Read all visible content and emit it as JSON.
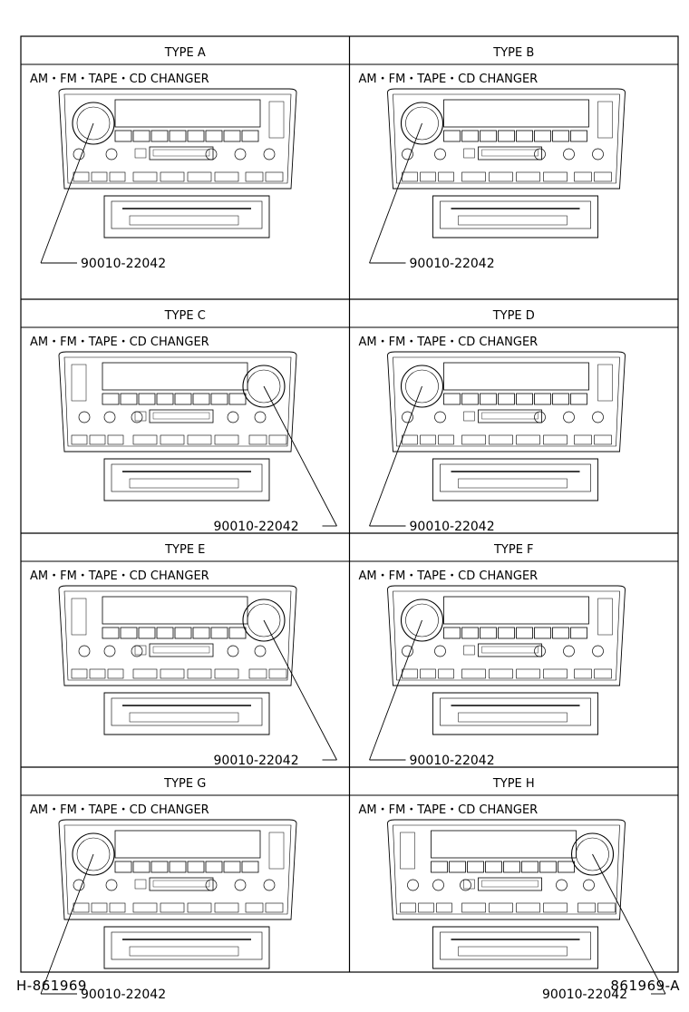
{
  "panels": [
    {
      "type_label": "TYPE A",
      "subtitle": "AM・FM・TAPE・CD CHANGER",
      "part_number": "90010-22042",
      "variant": "A"
    },
    {
      "type_label": "TYPE B",
      "subtitle": "AM・FM・TAPE・CD CHANGER",
      "part_number": "90010-22042",
      "variant": "B"
    },
    {
      "type_label": "TYPE C",
      "subtitle": "AM・FM・TAPE・CD CHANGER",
      "part_number": "90010-22042",
      "variant": "C"
    },
    {
      "type_label": "TYPE D",
      "subtitle": "AM・FM・TAPE・CD CHANGER",
      "part_number": "90010-22042",
      "variant": "D"
    },
    {
      "type_label": "TYPE E",
      "subtitle": "AM・FM・TAPE・CD CHANGER",
      "part_number": "90010-22042",
      "variant": "E"
    },
    {
      "type_label": "TYPE F",
      "subtitle": "AM・FM・TAPE・CD CHANGER",
      "part_number": "90010-22042",
      "variant": "F"
    },
    {
      "type_label": "TYPE G",
      "subtitle": "AM・FM・TAPE・CD CHANGER",
      "part_number": "90010-22042",
      "variant": "G"
    },
    {
      "type_label": "TYPE H",
      "subtitle": "AM・FM・TAPE・CD CHANGER",
      "part_number": "90010-22042",
      "variant": "H"
    }
  ],
  "footer": {
    "left_code": "H-861969",
    "right_code": "861969-A"
  },
  "colors": {
    "line": "#000000",
    "background": "#ffffff"
  }
}
